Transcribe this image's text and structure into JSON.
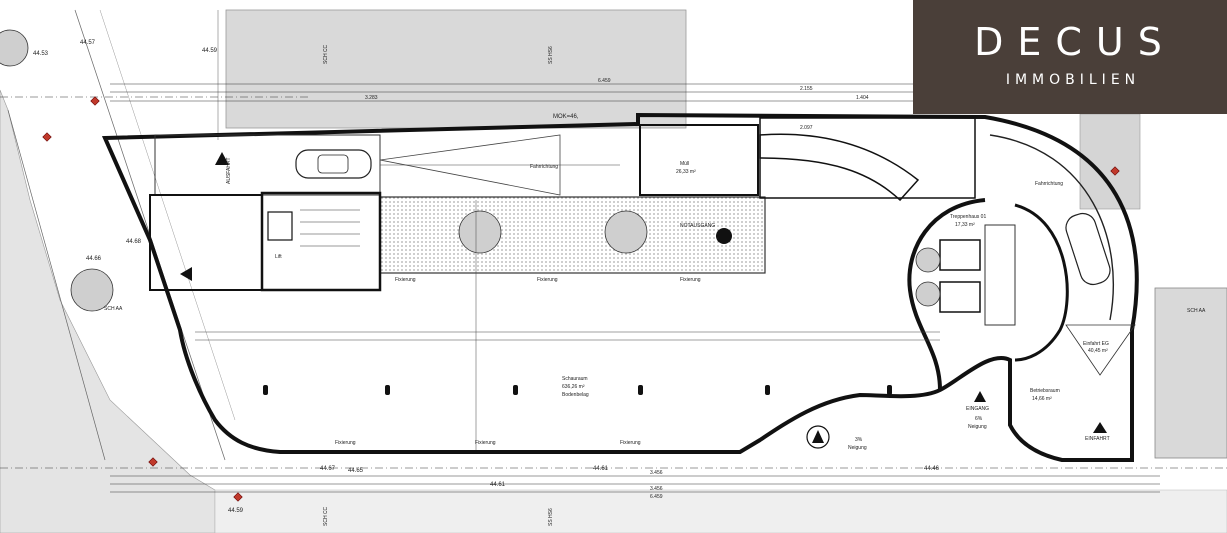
{
  "logo": {
    "brand": "DECUS",
    "sub": "IMMOBILIEN",
    "background": "#4a3f39"
  },
  "plan": {
    "elevations": [
      "44.57",
      "44.53",
      "44.59",
      "44.68",
      "44.66",
      "44.67",
      "44.65",
      "44.61",
      "44.61",
      "44.46",
      "44.59"
    ],
    "mok": "MOK=46,",
    "top_dims": [
      "6.459",
      "3.283",
      "2.155",
      "1.404",
      "2.097"
    ],
    "bottom_dims": [
      "3.456",
      "3.456",
      "6.459"
    ],
    "sections": [
      "SCH CC",
      "SS HS6",
      "SCH AA",
      "SCH AA",
      "SCH CC",
      "SS HS6"
    ],
    "rooms": {
      "schauraum": "Schauraum",
      "schauraum_area": "636,26 m²",
      "schauraum_floor": "Bodenbelag",
      "treppenhaus": "Treppenhaus 01",
      "treppenhaus_area": "17,33 m²",
      "einfahrt": "Einfahrt EG",
      "einfahrt_area": "40,45 m²",
      "betriebsraum": "Betriebsraum",
      "betriebsraum_area": "14,66 m²",
      "muell": "Müll",
      "muell_area": "26,33 m²",
      "lift": "Lift",
      "fahrrichtung": "Fahrrichtung"
    },
    "labels": {
      "eingang": "EINGANG",
      "einfahrt": "EINFAHRT",
      "ausfahrt": "AUSFAHRT",
      "neigung_6": "6%",
      "neigung_3": "3%",
      "neigung": "Neigung",
      "fixierung": "Fixierung",
      "notausgang": "NOTAUSGANG"
    }
  }
}
